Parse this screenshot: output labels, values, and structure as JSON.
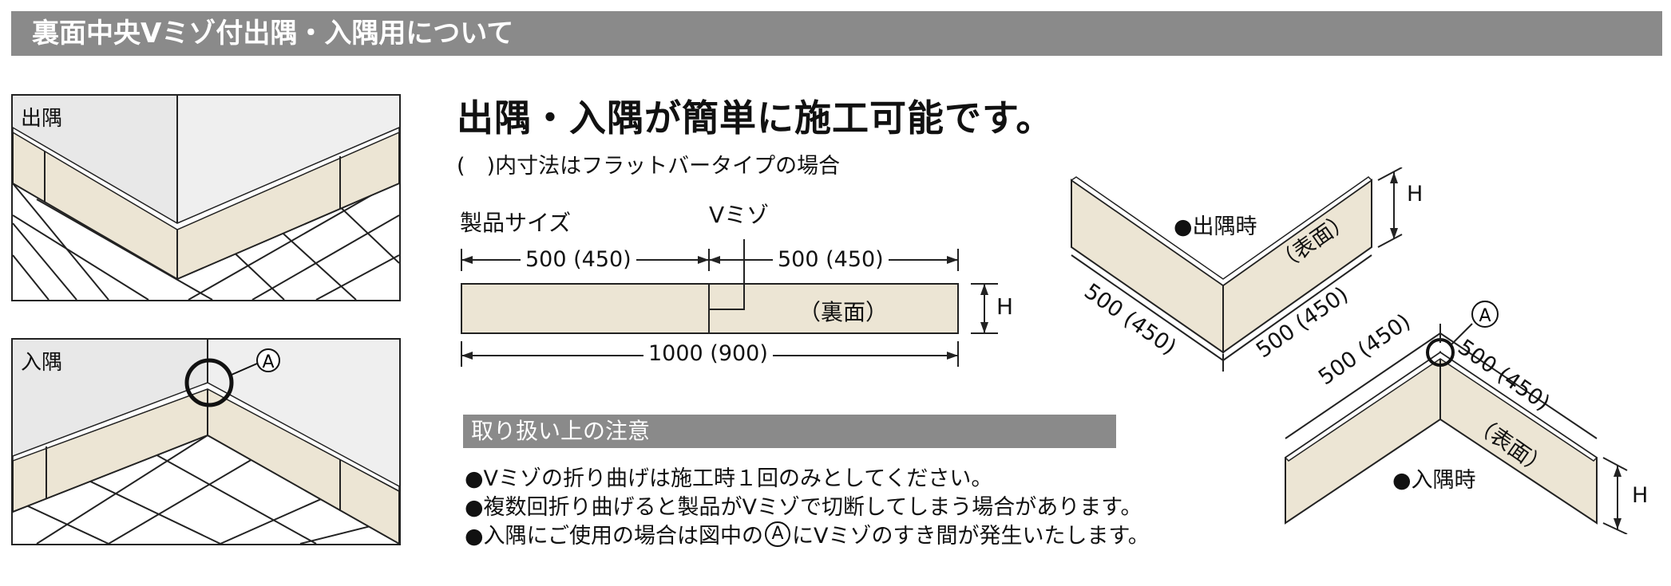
{
  "header": {
    "title": "裏面中央Vミゾ付出隅・入隅用について"
  },
  "panels": {
    "outer_corner_label": "出隅",
    "inner_corner_label": "入隅",
    "marker_a": "A"
  },
  "main": {
    "title": "出隅・入隅が簡単に施工可能です。",
    "note": "(　)内寸法はフラットバータイプの場合"
  },
  "diagram": {
    "size_label": "製品サイズ",
    "vmizo_label": "Vミゾ",
    "left_dim": "500 (450)",
    "right_dim": "500 (450)",
    "total_dim": "1000 (900)",
    "back_face": "（裏面）",
    "height_label": "H"
  },
  "corners": {
    "outer_label": "●出隅時",
    "inner_label": "●入隅時",
    "face_label": "（表面）",
    "dim": "500 (450)",
    "height_label": "H",
    "marker_a": "A"
  },
  "caution": {
    "title": "取り扱い上の注意",
    "items": [
      "●Vミゾの折り曲げは施工時１回のみとしてください。",
      "●複数回折り曲げると製品がVミゾで切断してしまう場合があります。",
      "●入隅にご使用の場合は図中の",
      "にVミゾのすき間が発生いたします。"
    ]
  },
  "colors": {
    "board": "#ece5d4",
    "wall": "#eaeaea",
    "header": "#8a8a8a",
    "line": "#222222"
  }
}
